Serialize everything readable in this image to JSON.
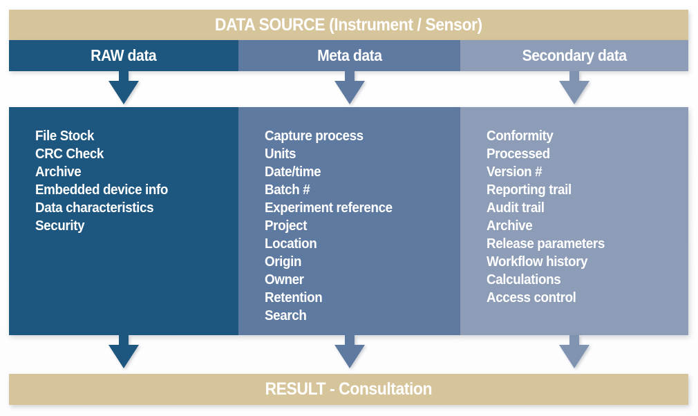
{
  "source_bar": {
    "label": "DATA SOURCE (Instrument / Sensor)"
  },
  "result_bar": {
    "label": "RESULT - Consultation"
  },
  "colors": {
    "tan": "#d6c49a",
    "text": "#ffffff",
    "raw_blue": "#1d567e",
    "meta_blue": "#5f7aa0",
    "secondary_blue": "#8d9db7",
    "secondary_arrow_blue": "#8094b2"
  },
  "columns": [
    {
      "header": "RAW data",
      "color": "#1d567e",
      "arrow_color": "#1d567e",
      "items": [
        "File Stock",
        "CRC Check",
        "Archive",
        "Embedded device info",
        "Data characteristics",
        "Security"
      ]
    },
    {
      "header": "Meta data",
      "color": "#5f7aa0",
      "arrow_color": "#5f7aa0",
      "items": [
        "Capture process",
        "Units",
        "Date/time",
        "Batch #",
        "Experiment reference",
        "Project",
        "Location",
        "Origin",
        "Owner",
        "Retention",
        "Search"
      ]
    },
    {
      "header": "Secondary data",
      "color": "#8d9db7",
      "arrow_color": "#8094b2",
      "items": [
        "Conformity",
        "Processed",
        "Version #",
        "Reporting trail",
        "Audit trail",
        "Archive",
        "Release parameters",
        "Workflow history",
        "Calculations",
        "Access control"
      ]
    }
  ]
}
